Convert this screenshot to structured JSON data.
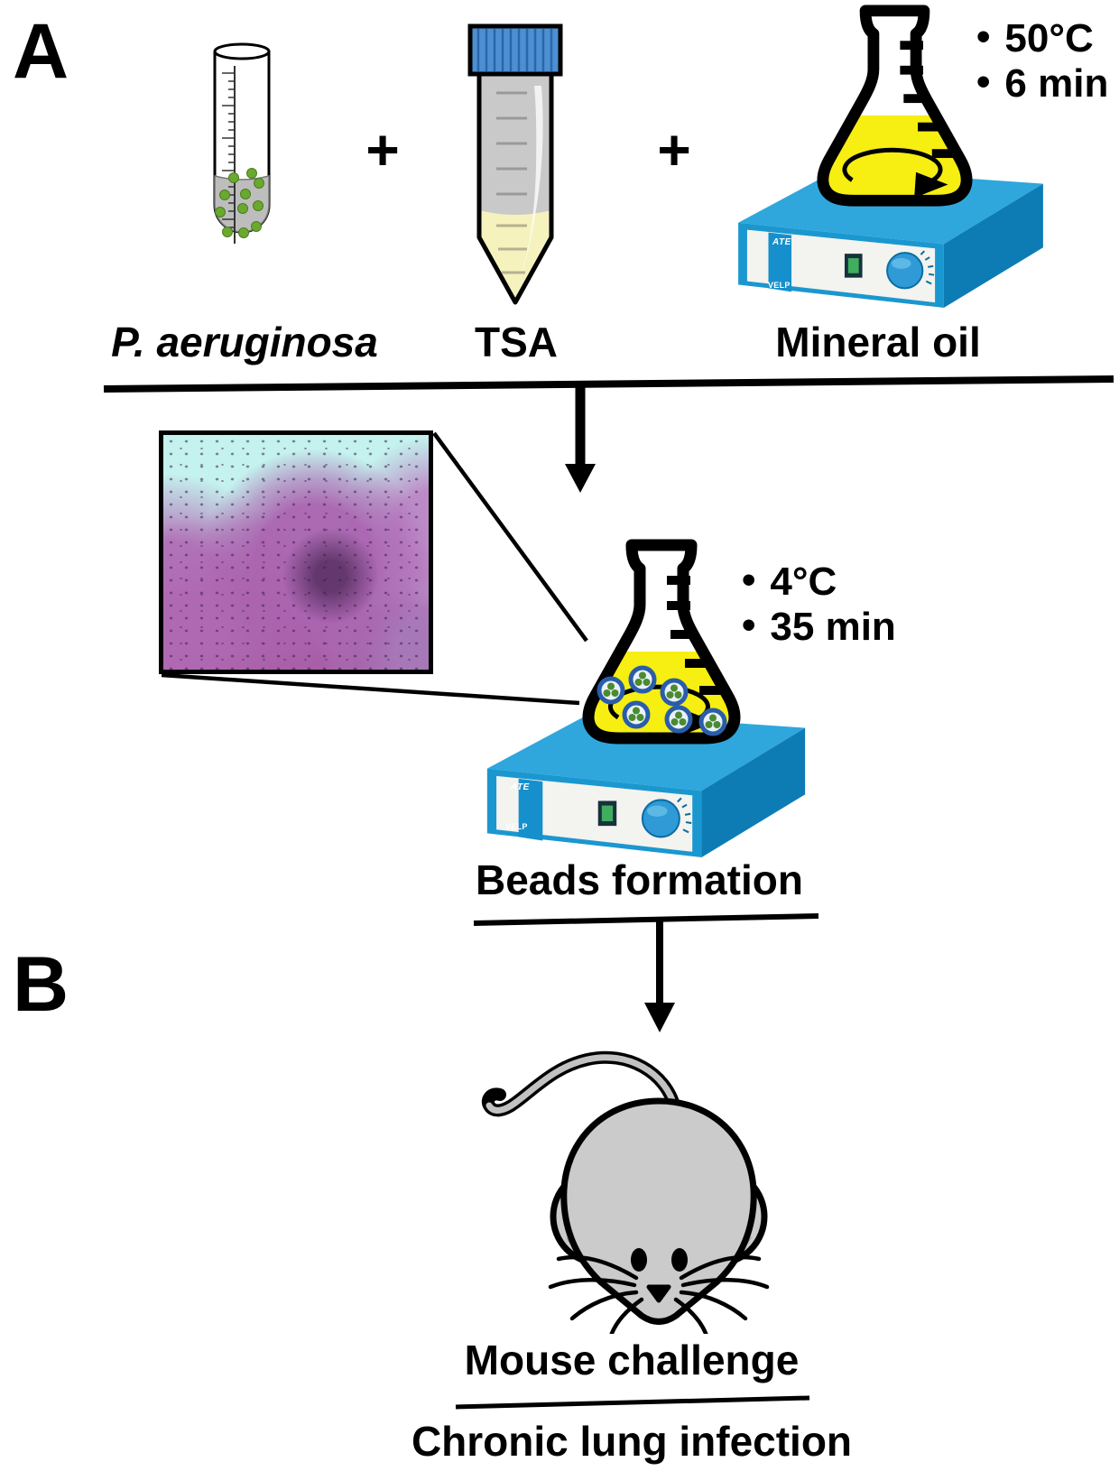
{
  "panel_a": {
    "label": "A"
  },
  "panel_b": {
    "label": "B"
  },
  "plus": "+",
  "bullet": "•",
  "inputs": {
    "bacteria": "P. aeruginosa",
    "tsa": "TSA",
    "oil": "Mineral oil"
  },
  "emulsification": {
    "temperature": "50°C",
    "duration": "6 min"
  },
  "solidification": {
    "temperature": "4°C",
    "duration": "35 min"
  },
  "beads_label": "Beads formation",
  "mouse_label": "Mouse challenge",
  "outcome_label": "Chronic lung infection",
  "stirrer": {
    "brand_top": "ATE",
    "brand_bottom": "VELP"
  }
}
